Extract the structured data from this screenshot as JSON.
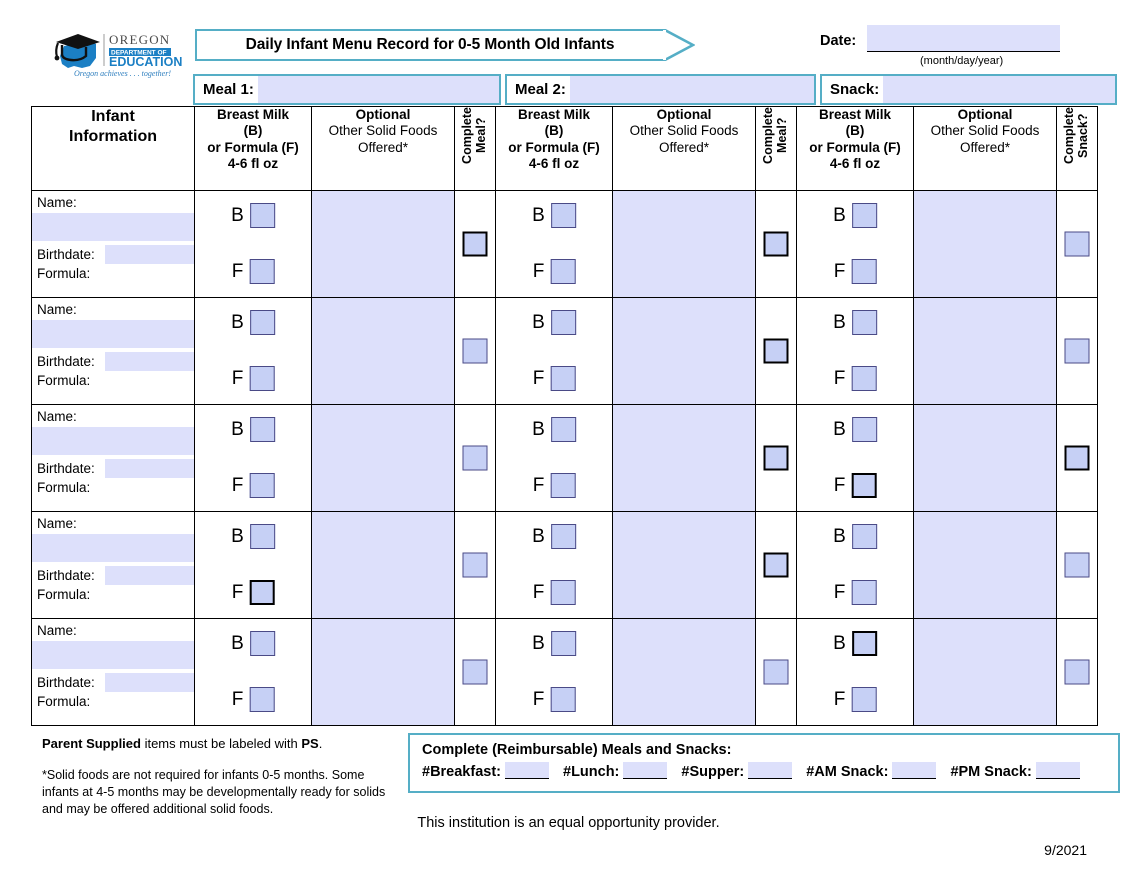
{
  "header": {
    "logo_name": "oregon-department-of-education-logo",
    "logo_line1": "OREGON",
    "logo_line2": "DEPARTMENT OF",
    "logo_line3": "EDUCATION",
    "logo_tagline": "Oregon achieves . . . together!",
    "banner_title": "Daily Infant Menu Record for 0-5 Month Old Infants",
    "date_label": "Date:",
    "date_value": "",
    "date_hint": "(month/day/year)"
  },
  "meal_headers": [
    {
      "label": "Meal 1:",
      "value": ""
    },
    {
      "label": "Meal 2:",
      "value": ""
    },
    {
      "label": "Snack:",
      "value": ""
    }
  ],
  "table": {
    "columns": {
      "infant_information": "Infant\nInformation",
      "breast_milk_line1": "Breast Milk",
      "breast_milk_line2": "(B)",
      "breast_milk_line3": "or Formula (F)",
      "breast_milk_line4": "4-6 fl oz",
      "optional_line1": "Optional",
      "optional_line2": "Other Solid Foods",
      "optional_line3": "Offered*",
      "complete_meal": "Complete\nMeal?",
      "complete_snack": "Complete\nSnack?"
    },
    "row_labels": {
      "name": "Name:",
      "birthdate": "Birthdate:",
      "formula": "Formula:"
    },
    "letters": {
      "breast": "B",
      "formula": "F"
    },
    "rows": [
      {
        "name": "",
        "birthdate": "",
        "formula": "",
        "meal1": {
          "b": "thin",
          "f": "thin",
          "optional": "",
          "complete": "thick"
        },
        "meal2": {
          "b": "thin",
          "f": "thin",
          "optional": "",
          "complete": "thick"
        },
        "snack": {
          "b": "thin",
          "f": "thin",
          "optional": "",
          "complete": "thin"
        }
      },
      {
        "name": "",
        "birthdate": "",
        "formula": "",
        "meal1": {
          "b": "thin",
          "f": "thin",
          "optional": "",
          "complete": "thin"
        },
        "meal2": {
          "b": "thin",
          "f": "thin",
          "optional": "",
          "complete": "thick"
        },
        "snack": {
          "b": "thin",
          "f": "thin",
          "optional": "",
          "complete": "thin"
        }
      },
      {
        "name": "",
        "birthdate": "",
        "formula": "",
        "meal1": {
          "b": "thin",
          "f": "thin",
          "optional": "",
          "complete": "thin"
        },
        "meal2": {
          "b": "thin",
          "f": "thin",
          "optional": "",
          "complete": "thick"
        },
        "snack": {
          "b": "thin",
          "f": "thick",
          "optional": "",
          "complete": "thick"
        }
      },
      {
        "name": "",
        "birthdate": "",
        "formula": "",
        "meal1": {
          "b": "thin",
          "f": "thick",
          "optional": "",
          "complete": "thin"
        },
        "meal2": {
          "b": "thin",
          "f": "thin",
          "optional": "",
          "complete": "thick"
        },
        "snack": {
          "b": "thin",
          "f": "thin",
          "optional": "",
          "complete": "thin"
        }
      },
      {
        "name": "",
        "birthdate": "",
        "formula": "",
        "meal1": {
          "b": "thin",
          "f": "thin",
          "optional": "",
          "complete": "thin"
        },
        "meal2": {
          "b": "thin",
          "f": "thin",
          "optional": "",
          "complete": "thin"
        },
        "snack": {
          "b": "thick",
          "f": "thin",
          "optional": "",
          "complete": "thin"
        }
      }
    ]
  },
  "footer": {
    "parent_supplied_bold1": "Parent Supplied",
    "parent_supplied_mid": " items must be labeled with ",
    "parent_supplied_bold2": "PS",
    "parent_supplied_end": ".",
    "solid_note": "*Solid foods are not required for infants 0-5 months. Some infants at 4-5 months may be developmentally ready for solids and may be offered additional solid foods.",
    "summary_title": "Complete (Reimbursable) Meals and Snacks:",
    "summary_items": [
      {
        "label": "#Breakfast:",
        "value": ""
      },
      {
        "label": "#Lunch:",
        "value": ""
      },
      {
        "label": "#Supper:",
        "value": ""
      },
      {
        "label": "#AM Snack:",
        "value": ""
      },
      {
        "label": "#PM Snack:",
        "value": ""
      }
    ],
    "equal_opportunity": "This institution is an equal opportunity provider.",
    "revision_date": "9/2021"
  },
  "colors": {
    "teal": "#55aec6",
    "field_fill": "#dde0fb",
    "checkbox_fill": "#c6d0f5",
    "logo_blue": "#1b7fc4"
  }
}
